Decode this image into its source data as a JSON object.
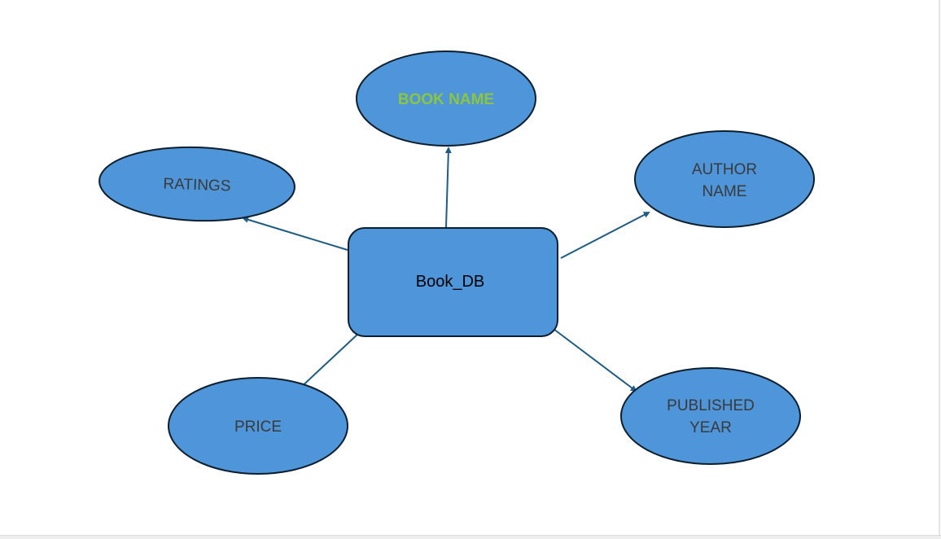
{
  "diagram": {
    "entity": {
      "label": "Book_DB"
    },
    "attributes": {
      "book_name": {
        "label": "BOOK NAME"
      },
      "ratings": {
        "label": "RATINGS"
      },
      "author_name": {
        "line1": "AUTHOR",
        "line2": "NAME"
      },
      "price": {
        "label": "PRICE"
      },
      "published_year": {
        "line1": "PUBLISHED",
        "line2": "YEAR"
      }
    }
  },
  "colors": {
    "shape_fill": "#4f95d9",
    "shape_stroke": "#0d1f2d",
    "connector": "#1f5c82",
    "highlight_text": "#8cc63f",
    "attribute_text": "#3a3a3a",
    "entity_text": "#000000"
  }
}
